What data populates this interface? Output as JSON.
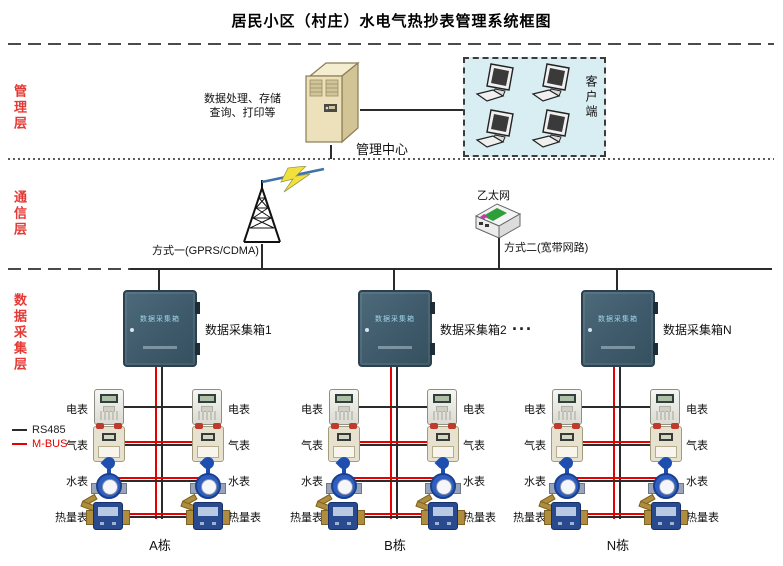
{
  "title": "居民小区（村庄）水电气热抄表管理系统框图",
  "layer_labels": {
    "management": "管理层",
    "communication": "通信层",
    "collection": "数据采集层"
  },
  "management": {
    "note_line1": "数据处理、存储",
    "note_line2": "查询、打印等",
    "center_label": "管理中心",
    "client_label": "客户端"
  },
  "communication": {
    "method1_label": "方式一(GPRS/CDMA)",
    "ethernet_label": "乙太网",
    "method2_label": "方式二(宽带网路)"
  },
  "legend": {
    "rs485_label": "RS485",
    "mbus_label": "M-BUS"
  },
  "meter_labels": [
    "电表",
    "气表",
    "水表",
    "热量表"
  ],
  "columns": [
    {
      "box_label": "数据采集箱1",
      "box_face": "数据采集箱",
      "building_label": "A栋"
    },
    {
      "box_label": "数据采集箱2",
      "box_face": "数据采集箱",
      "building_label": "B栋"
    },
    {
      "box_label": "数据采集箱N",
      "box_face": "数据采集箱",
      "building_label": "N栋"
    }
  ],
  "ellipsis_label": "...",
  "colors": {
    "layer_label_red": "#e53935",
    "rs485_line": "#2b2b2b",
    "mbus_line": "#e60000",
    "client_box_bg": "#d9eef2",
    "cabinet_body": "#3f5b6b",
    "server_body": "#ece1ba"
  }
}
